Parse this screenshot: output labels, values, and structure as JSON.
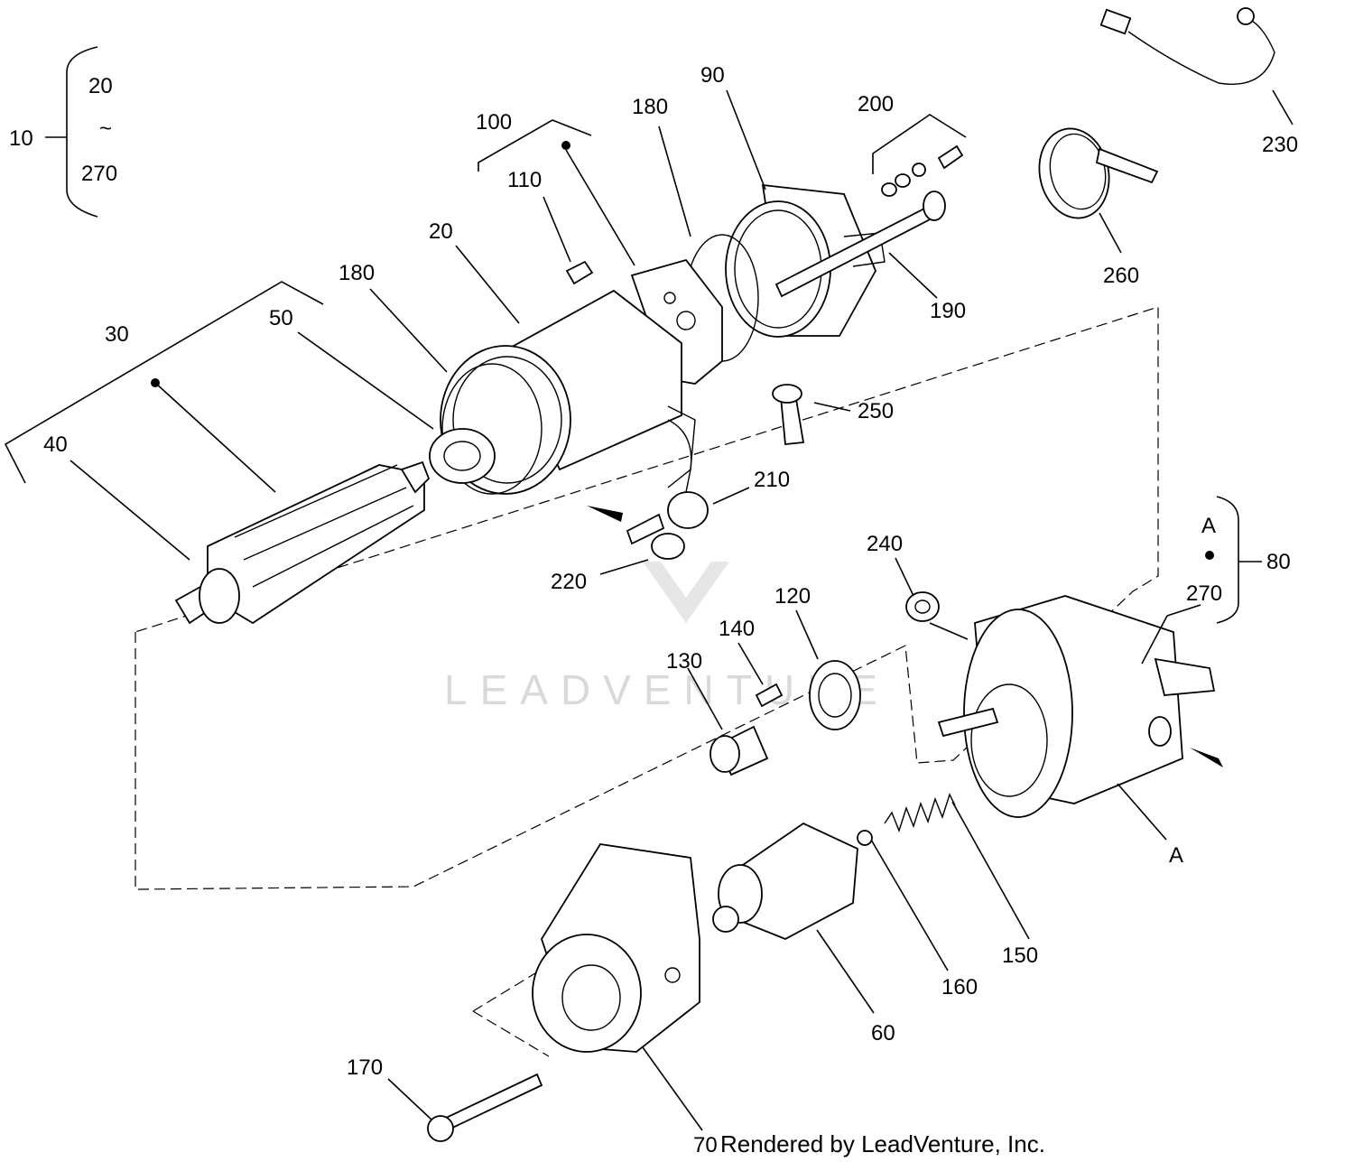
{
  "diagram": {
    "callouts": {
      "c10": "10",
      "c20_range": "20",
      "tilde": "~",
      "c270_range": "270",
      "c100": "100",
      "c110": "110",
      "c180_top": "180",
      "c90": "90",
      "c200": "200",
      "c230": "230",
      "c20": "20",
      "c180": "180",
      "c190": "190",
      "c260": "260",
      "c30": "30",
      "c50": "50",
      "c40": "40",
      "c250": "250",
      "c210": "210",
      "c220": "220",
      "cA_top": "A",
      "c80": "80",
      "c240": "240",
      "c270": "270",
      "c120": "120",
      "c140": "140",
      "c130": "130",
      "cA_bottom": "A",
      "c150": "150",
      "c160": "160",
      "c60": "60",
      "c170": "170",
      "c70": "70"
    },
    "watermark": "LEADVENTURE",
    "credit": "Rendered by LeadVenture, Inc."
  }
}
